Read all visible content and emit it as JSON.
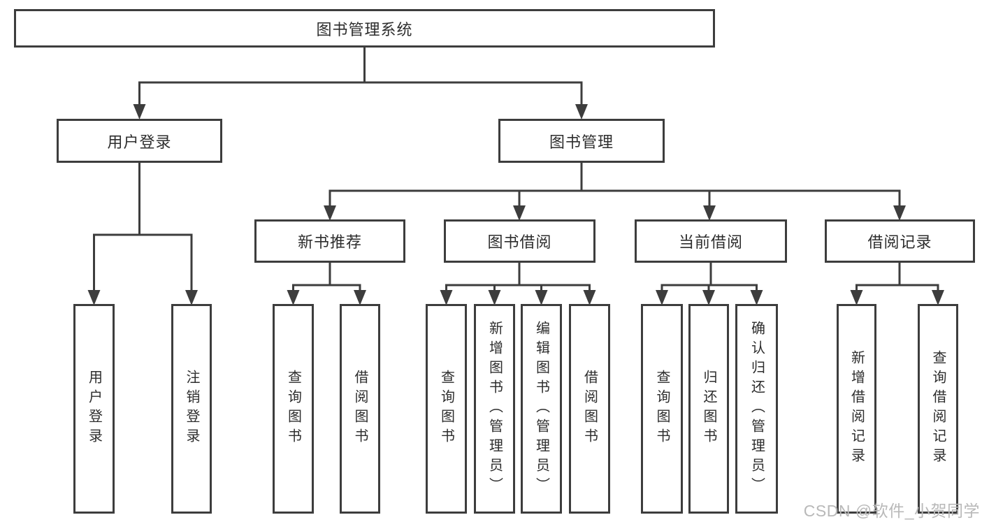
{
  "tree": {
    "root": "图书管理系统",
    "branches": [
      {
        "label": "用户登录",
        "leaves": [
          "用户登录",
          "注销登录"
        ]
      },
      {
        "label": "图书管理",
        "sections": [
          {
            "label": "新书推荐",
            "leaves": [
              "查询图书",
              "借阅图书"
            ]
          },
          {
            "label": "图书借阅",
            "leaves": [
              "查询图书",
              "新增图书（管理员）",
              "编辑图书（管理员）",
              "借阅图书"
            ]
          },
          {
            "label": "当前借阅",
            "leaves": [
              "查询图书",
              "归还图书",
              "确认归还（管理员）"
            ]
          },
          {
            "label": "借阅记录",
            "leaves": [
              "新增借阅记录",
              "查询借阅记录"
            ]
          }
        ]
      }
    ]
  },
  "watermark": {
    "text": "CSDN @软件_小贺同学",
    "color": "#b9b9b9"
  },
  "colors": {
    "line": "#3d3d3d",
    "text": "#2d2d2d",
    "background": "#ffffff"
  }
}
